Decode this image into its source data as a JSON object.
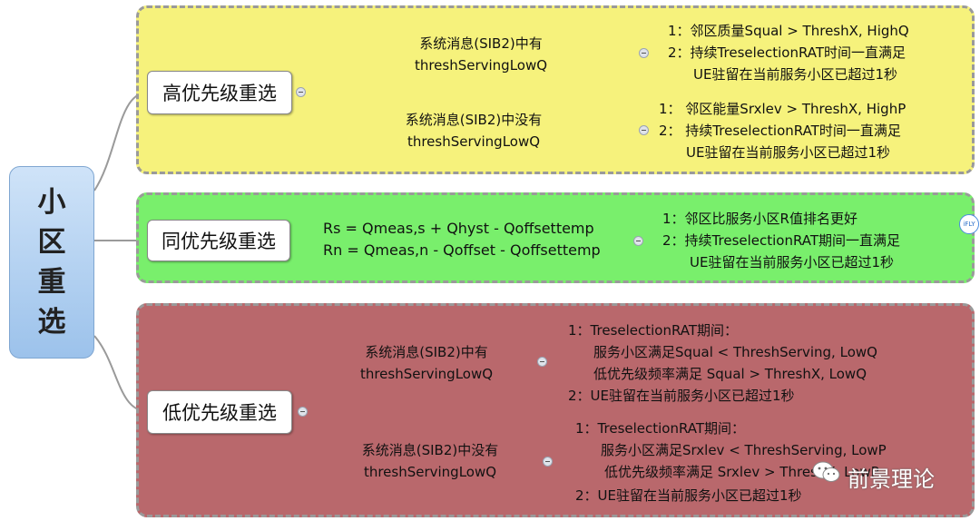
{
  "root": {
    "chars": [
      "小",
      "区",
      "重",
      "选"
    ]
  },
  "high": {
    "label": "高优先级重选",
    "branches": [
      {
        "cond": [
          "系统消息(SIB2)中有",
          "threshServingLowQ"
        ],
        "rules": [
          "1：邻区质量Squal > ThreshX, HighQ",
          "2：持续TreselectionRAT时间一直满足",
          "UE驻留在当前服务小区已超过1秒"
        ]
      },
      {
        "cond": [
          "系统消息(SIB2)中没有",
          "threshServingLowQ"
        ],
        "rules": [
          "1： 邻区能量Srxlev > ThreshX, HighP",
          "2： 持续TreselectionRAT时间一直满足",
          "UE驻留在当前服务小区已超过1秒"
        ]
      }
    ]
  },
  "same": {
    "label": "同优先级重选",
    "formulas": [
      "Rs = Qmeas,s + Qhyst - Qoffsettemp",
      "Rn = Qmeas,n - Qoffset - Qoffsettemp"
    ],
    "rules": [
      "1：邻区比服务小区R值排名更好",
      "2：持续TreselectionRAT期间一直满足",
      "UE驻留在当前服务小区已超过1秒"
    ]
  },
  "low": {
    "label": "低优先级重选",
    "branches": [
      {
        "cond": [
          "系统消息(SIB2)中有",
          "threshServingLowQ"
        ],
        "rules": [
          "1：TreselectionRAT期间：",
          "服务小区满足Squal < ThreshServing, LowQ",
          "低优先级频率满足 Squal > ThreshX, LowQ",
          "2：UE驻留在当前服务小区已超过1秒"
        ]
      },
      {
        "cond": [
          "系统消息(SIB2)中没有",
          "threshServingLowQ"
        ],
        "rules": [
          "1：TreselectionRAT期间：",
          "服务小区满足Srxlev < ThreshServing, LowP",
          "低优先级频率满足 Srxlev > ThreshX, LowP",
          "2：UE驻留在当前服务小区已超过1秒"
        ]
      }
    ]
  },
  "watermark": {
    "text": "前景理论",
    "icon": "wechat-icon"
  },
  "badge": {
    "text": "iFLY"
  },
  "colors": {
    "high": "#f6f27c",
    "same": "#79ef6c",
    "low": "#b9686c",
    "root": "#a8c8ee"
  }
}
